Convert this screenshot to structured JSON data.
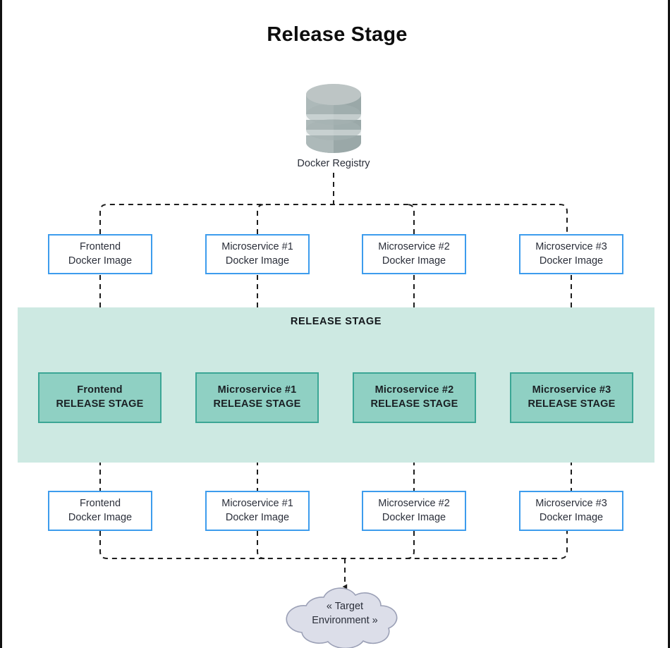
{
  "page": {
    "title": "Release Stage",
    "background": "#ffffff",
    "border_color": "#111111"
  },
  "colors": {
    "blue_border": "#3d9ced",
    "teal_band": "#cde9e2",
    "teal_box_fill": "#8fd0c3",
    "teal_box_border": "#3ba695",
    "cloud_fill": "#dcdee9",
    "cloud_border": "#9ba0b6",
    "cylinder_light": "#b6bfbf",
    "cylinder_dark": "#9aa8a8",
    "connector": "#1d1d1d",
    "text": "#2b2f3a"
  },
  "registry": {
    "icon": "database-cylinder-icon",
    "label": "Docker Registry"
  },
  "band": {
    "label": "RELEASE STAGE"
  },
  "source_images": [
    {
      "line1": "Frontend",
      "line2": "Docker Image"
    },
    {
      "line1": "Microservice #1",
      "line2": "Docker Image"
    },
    {
      "line1": "Microservice #2",
      "line2": "Docker Image"
    },
    {
      "line1": "Microservice #3",
      "line2": "Docker Image"
    }
  ],
  "release_boxes": [
    {
      "line1": "Frontend",
      "line2": "RELEASE STAGE"
    },
    {
      "line1": "Microservice #1",
      "line2": "RELEASE STAGE"
    },
    {
      "line1": "Microservice #2",
      "line2": "RELEASE STAGE"
    },
    {
      "line1": "Microservice #3",
      "line2": "RELEASE STAGE"
    }
  ],
  "output_images": [
    {
      "line1": "Frontend",
      "line2": "Docker Image"
    },
    {
      "line1": "Microservice #1",
      "line2": "Docker Image"
    },
    {
      "line1": "Microservice #2",
      "line2": "Docker Image"
    },
    {
      "line1": "Microservice #3",
      "line2": "Docker Image"
    }
  ],
  "target": {
    "line1": "« Target",
    "line2": "Environment »"
  }
}
